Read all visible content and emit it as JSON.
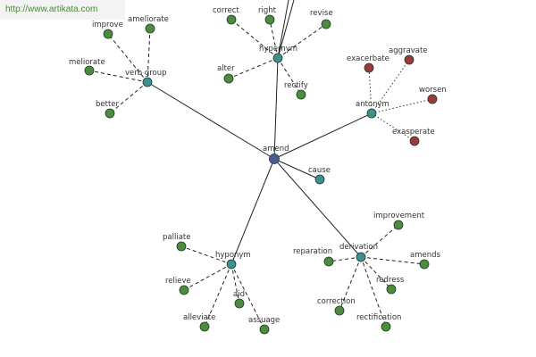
{
  "watermark": "http://www.artikata.com",
  "colors": {
    "center": "#4b5b96",
    "category": "#3f8f8f",
    "word": "#4c8c3c",
    "antonym_word": "#9a3a3a"
  },
  "center": {
    "label": "amend"
  },
  "categories": [
    {
      "id": "verb-group",
      "label": "verb group"
    },
    {
      "id": "hypernym",
      "label": "hypernym"
    },
    {
      "id": "antonym",
      "label": "antonym"
    },
    {
      "id": "cause",
      "label": "cause"
    },
    {
      "id": "derivation",
      "label": "derivation"
    },
    {
      "id": "hyponym",
      "label": "hyponym"
    }
  ],
  "leaves": {
    "verb-group": [
      "improve",
      "ameliorate",
      "meliorate",
      "better"
    ],
    "hypernym": [
      "correct",
      "right",
      "revise",
      "alter",
      "rectify"
    ],
    "antonym": [
      "exacerbate",
      "aggravate",
      "worsen",
      "exasperate"
    ],
    "derivation": [
      "improvement",
      "reparation",
      "amends",
      "redress",
      "correction",
      "rectification"
    ],
    "hyponym": [
      "palliate",
      "relieve",
      "aid",
      "alleviate",
      "assuage"
    ]
  }
}
